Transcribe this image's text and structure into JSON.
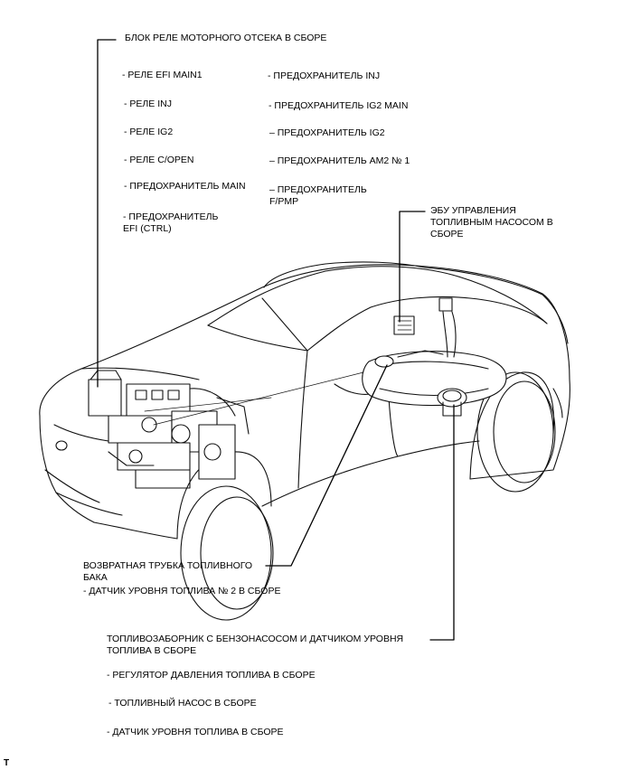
{
  "engine_relay_block": {
    "title": "БЛОК РЕЛЕ МОТОРНОГО ОТСЕКА В СБОРЕ",
    "left_items": [
      "- РЕЛЕ EFI MAIN1",
      "- РЕЛЕ INJ",
      "- РЕЛЕ IG2",
      "- РЕЛЕ C/OPEN",
      "- ПРЕДОХРАНИТЕЛЬ MAIN",
      "- ПРЕДОХРАНИТЕЛЬ EFI (CTRL)"
    ],
    "right_items": [
      "- ПРЕДОХРАНИТЕЛЬ INJ",
      "- ПРЕДОХРАНИТЕЛЬ IG2 MAIN",
      "– ПРЕДОХРАНИТЕЛЬ IG2",
      "– ПРЕДОХРАНИТЕЛЬ AM2 № 1",
      "– ПРЕДОХРАНИТЕЛЬ F/PMP"
    ]
  },
  "pump_ecu": {
    "label": "ЭБУ УПРАВЛЕНИЯ ТОПЛИВНЫМ НАСОСОМ В СБОРЕ"
  },
  "return_tube": {
    "label": "ВОЗВРАТНАЯ ТРУБКА ТОПЛИВНОГО БАКА",
    "items": [
      "- ДАТЧИК УРОВНЯ ТОПЛИВА № 2 В СБОРЕ"
    ]
  },
  "fuel_suction": {
    "label": "ТОПЛИВОЗАБОРНИК С БЕНЗОНАСОСОМ И ДАТЧИКОМ УРОВНЯ ТОПЛИВА В СБОРЕ",
    "items": [
      "- РЕГУЛЯТОР ДАВЛЕНИЯ ТОПЛИВА В СБОРЕ",
      "- ТОПЛИВНЫЙ НАСОС В СБОРЕ",
      "- ДАТЧИК УРОВНЯ ТОПЛИВА В СБОРЕ"
    ]
  },
  "corner_mark": "T"
}
